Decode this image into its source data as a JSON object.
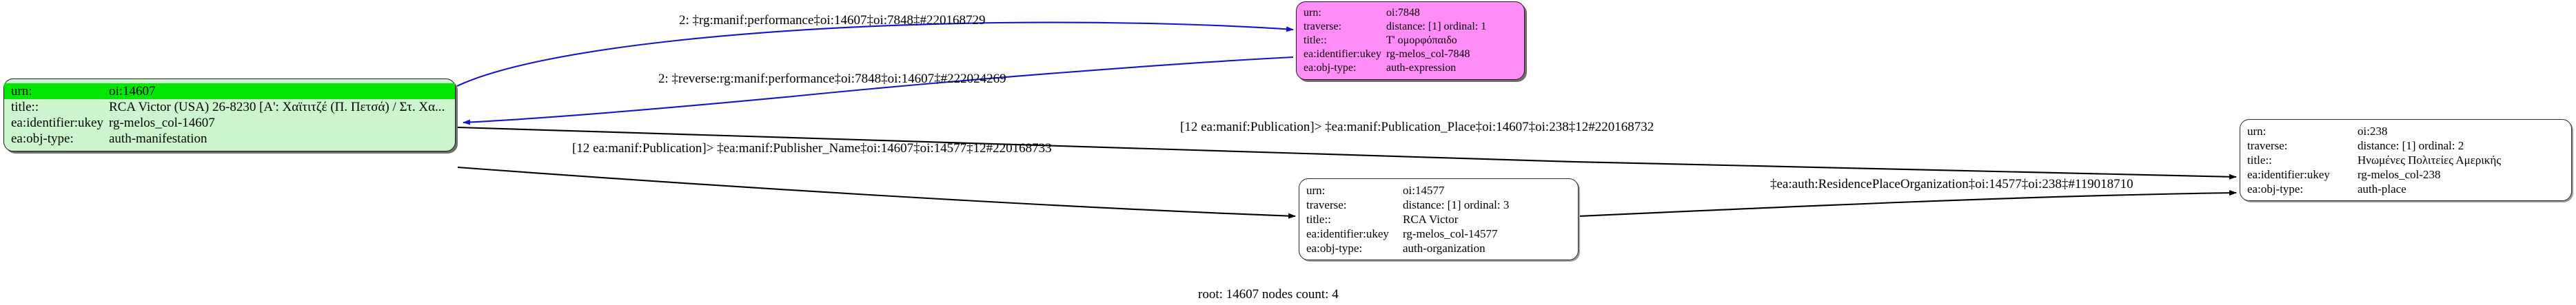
{
  "graph": {
    "caption": "root: 14607 nodes count: 4",
    "root_id": "14607",
    "nodes_count": "4",
    "colors": {
      "root_fill": "#cdf5cd",
      "root_header_fill": "#00e800",
      "expression_fill": "#ff8cf7",
      "plain_fill": "#ffffff",
      "stroke": "#1f1f1f",
      "blue_edge": "#1414c8",
      "black_edge": "#000000"
    },
    "field_labels": {
      "urn": "urn:",
      "traverse": "traverse:",
      "title": "title::",
      "ukey": "ea:identifier:ukey",
      "objtype": "ea:obj-type:"
    },
    "nodes": [
      {
        "id": "node-14607",
        "style": "green",
        "rows": [
          {
            "key": "urn:",
            "value": "oi:14607",
            "highlight": true
          },
          {
            "key": "title::",
            "value": "RCA Victor (USA) 26-8230 [Α': Χαϊτιτζέ (Π. Πετσά) / Στ. Χα...",
            "highlight": false
          },
          {
            "key": "ea:identifier:ukey",
            "value": "rg-melos_col-14607",
            "highlight": false
          },
          {
            "key": "ea:obj-type:",
            "value": "auth-manifestation",
            "highlight": false
          }
        ]
      },
      {
        "id": "node-7848",
        "style": "magenta",
        "rows": [
          {
            "key": "urn:",
            "value": "oi:7848",
            "highlight": false
          },
          {
            "key": "traverse:",
            "value": "distance: [1]     ordinal: 1",
            "highlight": false
          },
          {
            "key": "title::",
            "value": "Τ' ομορφόπαιδο",
            "highlight": false
          },
          {
            "key": "ea:identifier:ukey",
            "value": "rg-melos_col-7848",
            "highlight": false
          },
          {
            "key": "ea:obj-type:",
            "value": "auth-expression",
            "highlight": false
          }
        ]
      },
      {
        "id": "node-14577",
        "style": "plain",
        "rows": [
          {
            "key": "urn:",
            "value": "oi:14577",
            "highlight": false
          },
          {
            "key": "traverse:",
            "value": "distance: [1]     ordinal: 3",
            "highlight": false
          },
          {
            "key": "title::",
            "value": "RCA Victor",
            "highlight": false
          },
          {
            "key": "ea:identifier:ukey",
            "value": "rg-melos_col-14577",
            "highlight": false
          },
          {
            "key": "ea:obj-type:",
            "value": "auth-organization",
            "highlight": false
          }
        ]
      },
      {
        "id": "node-238",
        "style": "plain",
        "rows": [
          {
            "key": "urn:",
            "value": "oi:238",
            "highlight": false
          },
          {
            "key": "traverse:",
            "value": "distance: [1]     ordinal: 2",
            "highlight": false
          },
          {
            "key": "title::",
            "value": "Ηνωμένες Πολιτείες Αμερικής",
            "highlight": false
          },
          {
            "key": "ea:identifier:ukey",
            "value": "rg-melos_col-238",
            "highlight": false
          },
          {
            "key": "ea:obj-type:",
            "value": "auth-place",
            "highlight": false
          }
        ]
      }
    ],
    "edges": [
      {
        "id": "edge-performance",
        "label": "2: ‡rg:manif:performance‡oi:14607‡oi:7848‡#220168729",
        "from": "node-14607",
        "to": "node-7848",
        "color": "#1414c8"
      },
      {
        "id": "edge-reverse-performance",
        "label": "2: ‡reverse:rg:manif:performance‡oi:7848‡oi:14607‡#222024269",
        "from": "node-7848",
        "to": "node-14607",
        "color": "#1414c8"
      },
      {
        "id": "edge-publication-place",
        "label": "[12 ea:manif:Publication]> ‡ea:manif:Publication_Place‡oi:14607‡oi:238‡12#220168732",
        "from": "node-14607",
        "to": "node-238",
        "color": "#000000"
      },
      {
        "id": "edge-publisher-name",
        "label": "[12 ea:manif:Publication]> ‡ea:manif:Publisher_Name‡oi:14607‡oi:14577‡12#220168733",
        "from": "node-14607",
        "to": "node-14577",
        "color": "#000000"
      },
      {
        "id": "edge-residence-place",
        "label": "‡ea:auth:ResidencePlaceOrganization‡oi:14577‡oi:238‡#119018710",
        "from": "node-14577",
        "to": "node-238",
        "color": "#000000"
      }
    ]
  }
}
